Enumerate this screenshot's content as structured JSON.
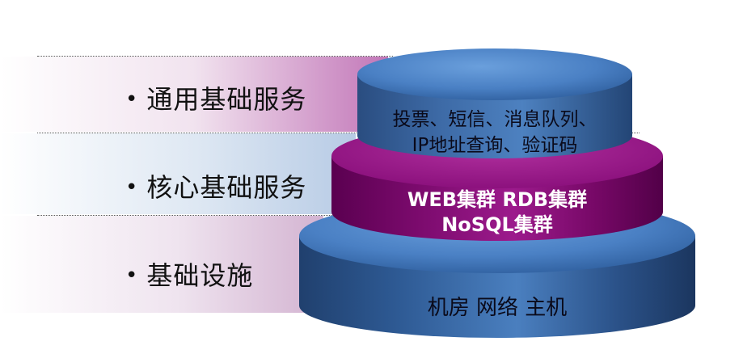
{
  "rows": [
    {
      "label": "通用基础服务"
    },
    {
      "label": "核心基础服务"
    },
    {
      "label": "基础设施"
    }
  ],
  "bullet": "•",
  "tiers": {
    "top": {
      "line1": "投票、短信、消息队列、",
      "line2": "IP地址查询、验证码"
    },
    "middle": {
      "line1": "WEB集群 RDB集群",
      "line2": "NoSQL集群"
    },
    "bottom": {
      "text": "机房 网络 主机"
    }
  },
  "colors": {
    "blue_tier": "#3f72b0",
    "purple_tier": "#8a0a7a",
    "band_pink": "#c77bbd",
    "band_blue": "#bcd0e8"
  }
}
